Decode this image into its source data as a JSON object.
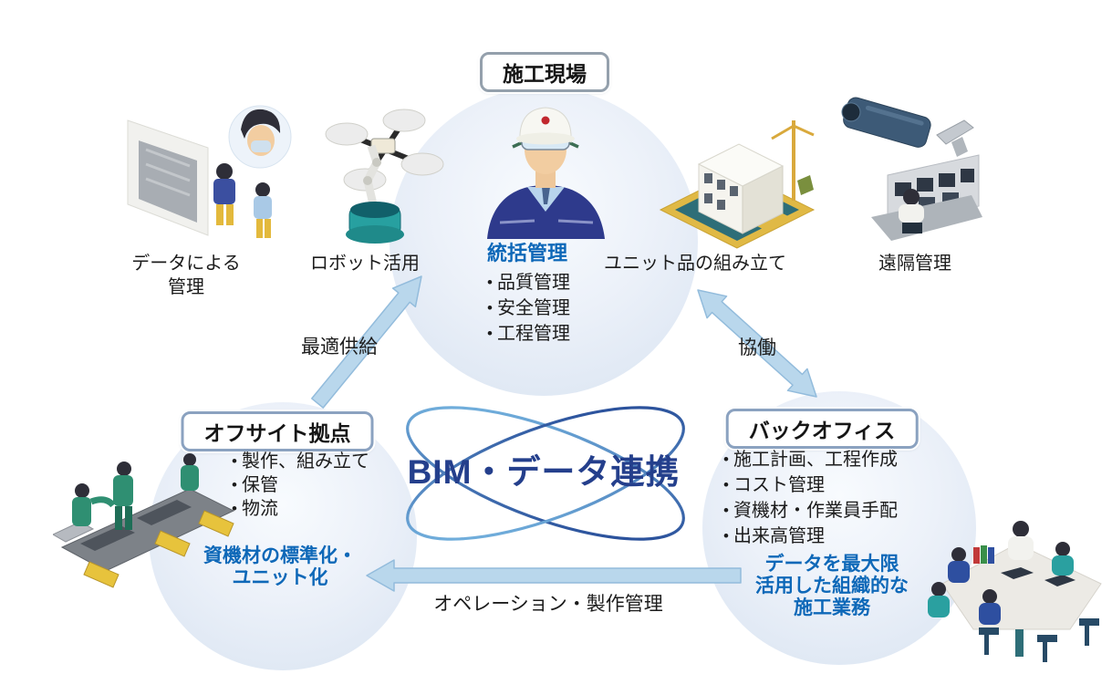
{
  "colors": {
    "accent_blue": "#0e68b8",
    "navy_text": "#243f8c",
    "arrow_fill": "#b9d7ec",
    "circle_fill": "#d8e3f1"
  },
  "construction_site": {
    "title": "施工現場",
    "heading": "統括管理",
    "items": [
      "品質管理",
      "安全管理",
      "工程管理"
    ]
  },
  "captions": {
    "data_management": [
      "データによる",
      "管理"
    ],
    "robot": "ロボット活用",
    "unit_assembly": "ユニット品の組み立て",
    "remote": "遠隔管理"
  },
  "center": {
    "label": "BIM・データ連携"
  },
  "arrows": {
    "supply": "最適供給",
    "collaboration": "協働",
    "operation": "オペレーション・製作管理"
  },
  "offsite": {
    "title": "オフサイト拠点",
    "items": [
      "製作、組み立て",
      "保管",
      "物流"
    ],
    "highlight": [
      "資機材の標準化・",
      "ユニット化"
    ]
  },
  "backoffice": {
    "title": "バックオフィス",
    "items": [
      "施工計画、工程作成",
      "コスト管理",
      "資機材・作業員手配",
      "出来高管理"
    ],
    "highlight": [
      "データを最大限",
      "活用した組織的な",
      "施工業務"
    ]
  }
}
